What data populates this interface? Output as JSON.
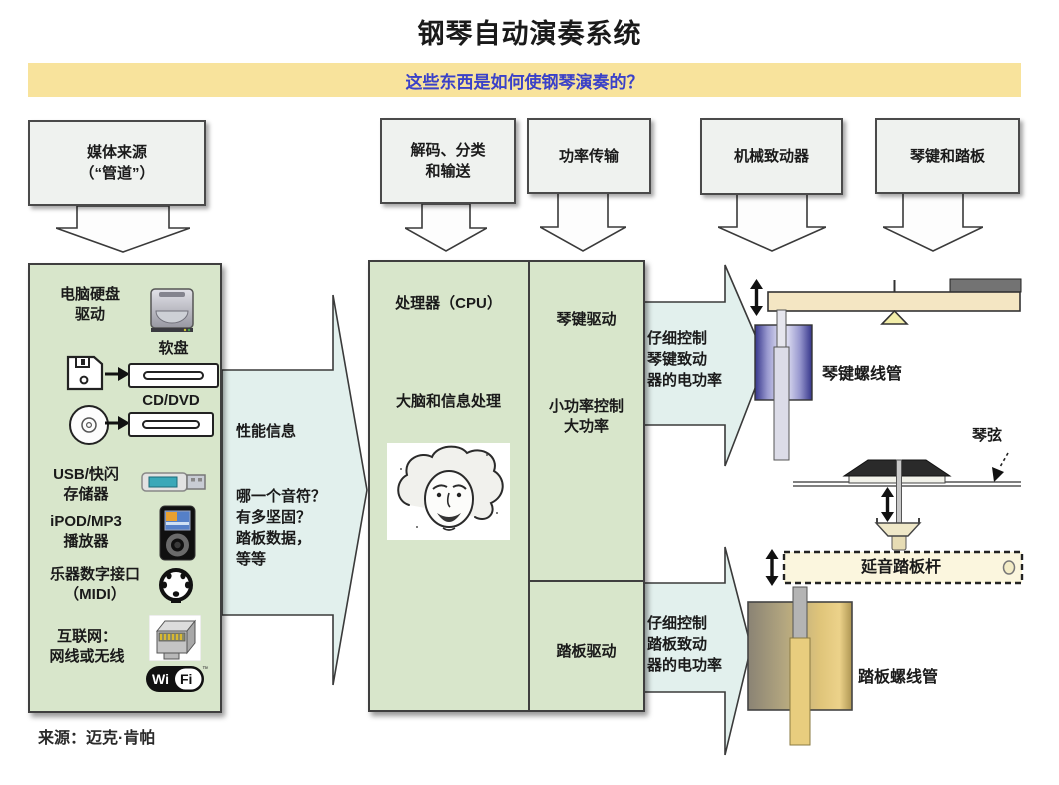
{
  "colors": {
    "banner_bg": "#f8e39c",
    "banner_text": "#3a41c8",
    "panel_green": "#d8e6cb",
    "arrow_blue": "#e2f0ed",
    "header_box_bg": "#eff2ef",
    "key_lever_beige": "#f4e6c3",
    "fulcrum_yellow": "#f2eda9",
    "sustain_bar_cream": "#fbf6de",
    "key_solenoid_blue": "#35358a",
    "pedal_solenoid_gold": "#e0c57a"
  },
  "title": "钢琴自动演奏系统",
  "banner": "这些东西是如何使钢琴演奏的？",
  "pipeline": [
    {
      "line1": "媒体来源",
      "line2": "（“管道”）"
    },
    {
      "line1": "解码、分类",
      "line2": "和输送"
    },
    {
      "line1": "功率传输"
    },
    {
      "line1": "机械致动器"
    },
    {
      "line1": "琴键和踏板"
    }
  ],
  "media_panel": {
    "items": [
      {
        "icon": "hard-drive-icon",
        "line1": "电脑硬盘",
        "line2": "驱动"
      },
      {
        "icon": "floppy-disk-icon",
        "line1": "软盘"
      },
      {
        "icon": "cd-icon",
        "line1": "CD/DVD"
      },
      {
        "icon": "usb-stick-icon",
        "line1": "USB/快闪",
        "line2": "存储器"
      },
      {
        "icon": "ipod-icon",
        "line1": "iPOD/MP3",
        "line2": "播放器"
      },
      {
        "icon": "midi-connector-icon",
        "line1": "乐器数字接口",
        "line2": "（MIDI）"
      },
      {
        "icon": "ethernet-icon wifi-icon",
        "line1": "互联网：",
        "line2": "网线或无线"
      }
    ],
    "wifi_logo": {
      "wi": "Wi",
      "fi": "Fi",
      "tm": "™"
    }
  },
  "flow_arrow": {
    "heading": "性能信息",
    "lines": [
      "哪一个音符？",
      "有多坚固？",
      "踏板数据，",
      "等等"
    ]
  },
  "processor_panel": {
    "cpu": "处理器（CPU）",
    "brain": "大脑和信息处理",
    "key_drive": "琴键驱动",
    "power_line1": "小功率控制",
    "power_line2": "大功率",
    "pedal_drive": "踏板驱动"
  },
  "control_arrows": {
    "key": {
      "lines": [
        "仔细控制",
        "琴键致动",
        "器的电功率"
      ]
    },
    "pedal": {
      "lines": [
        "仔细控制",
        "踏板致动",
        "器的电功率"
      ]
    }
  },
  "mechanism": {
    "key_solenoid_label": "琴键螺线管",
    "string_label": "琴弦",
    "sustain_rod_label": "延音踏板杆",
    "pedal_solenoid_label": "踏板螺线管"
  },
  "source": "来源：迈克·肯帕"
}
